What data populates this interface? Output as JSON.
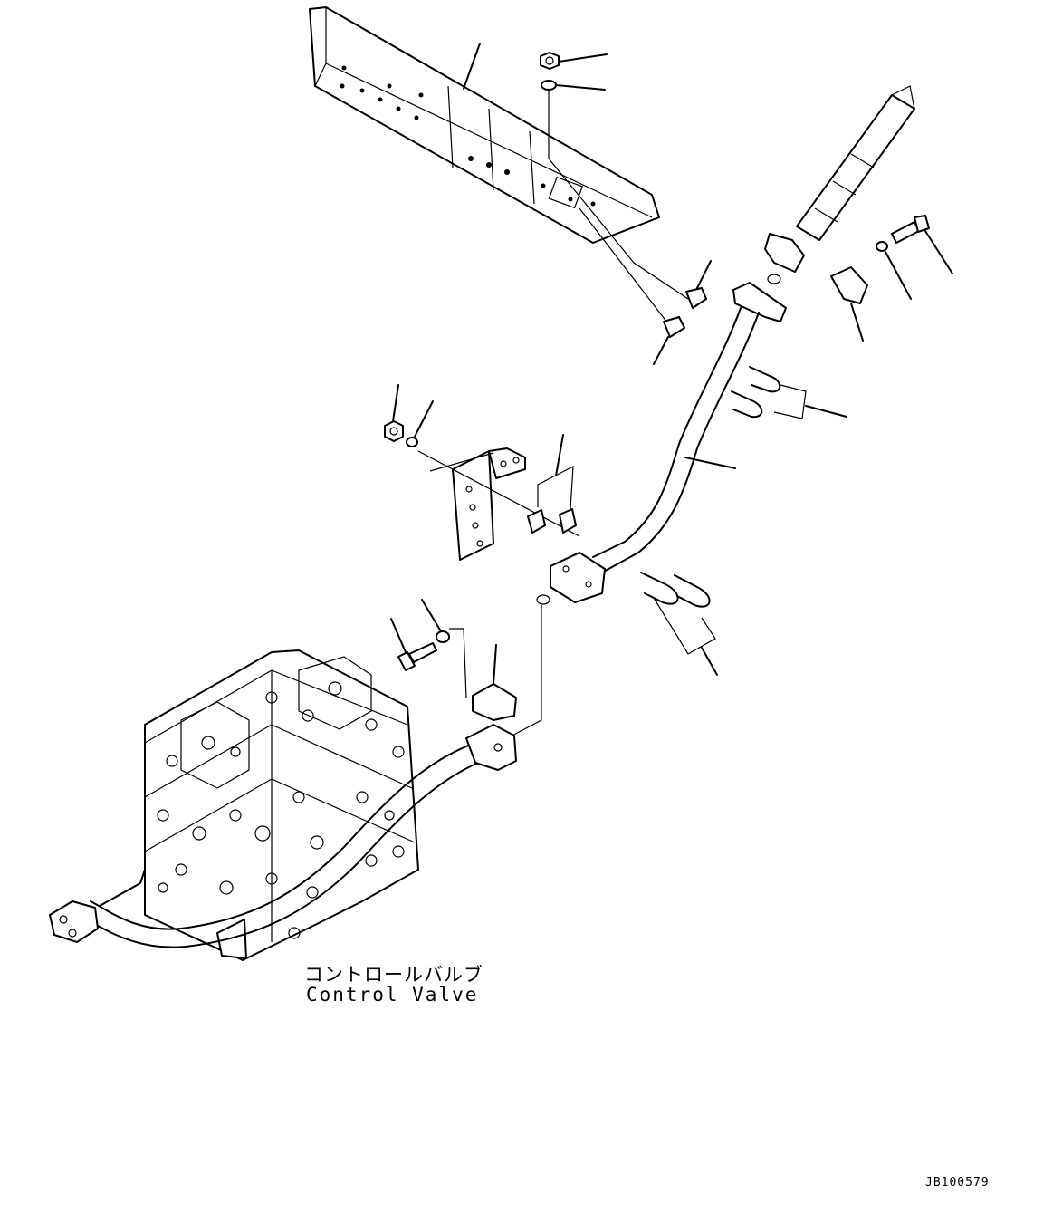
{
  "diagram": {
    "part_label_jp": "コントロールバルブ",
    "part_label_en": "Control Valve",
    "drawing_code": "JB100579"
  }
}
